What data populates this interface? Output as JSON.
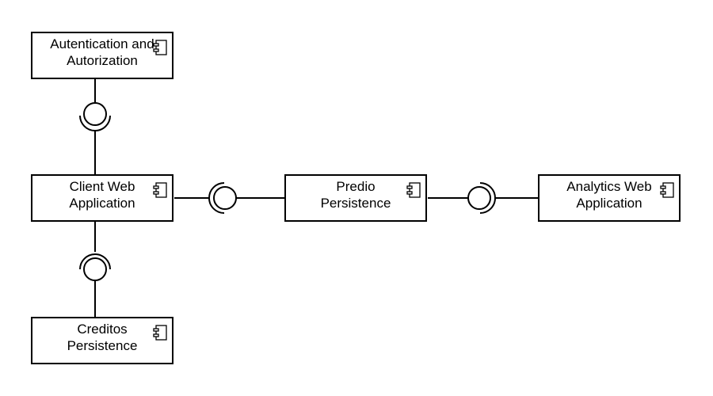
{
  "components": {
    "auth": {
      "label": "Autentication and\nAutorization"
    },
    "client": {
      "label": "Client Web\nApplication"
    },
    "creditos": {
      "label": "Creditos\nPersistence"
    },
    "predio": {
      "label": "Predio\nPersistence"
    },
    "analytics": {
      "label": "Analytics Web\nApplication"
    }
  },
  "colors": {
    "stroke": "#000000",
    "background": "#ffffff"
  }
}
